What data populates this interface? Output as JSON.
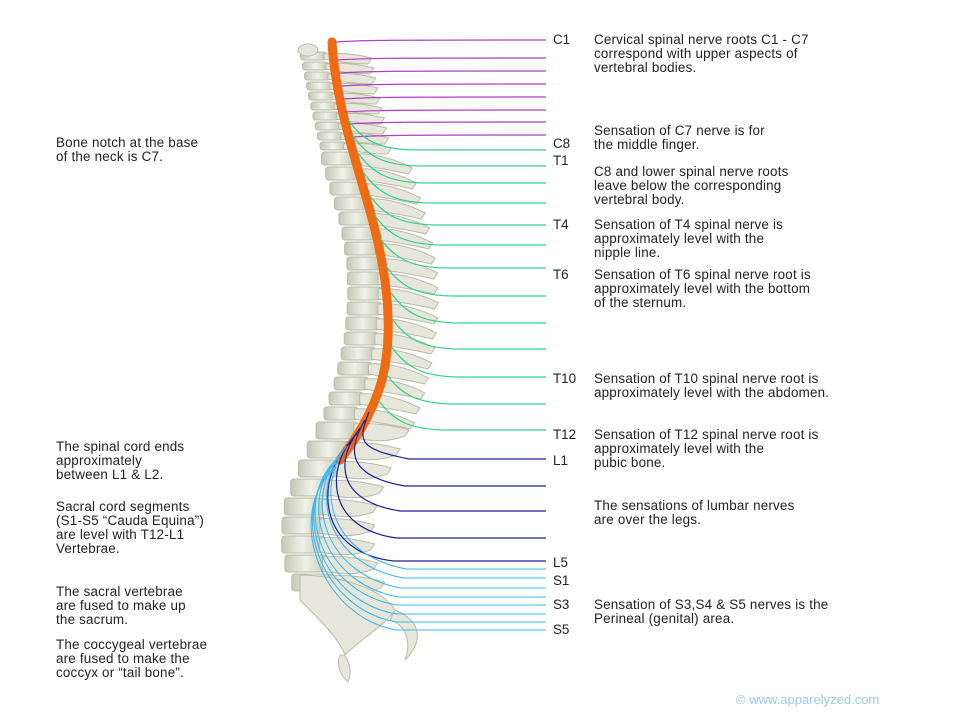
{
  "levels": {
    "c1": "C1",
    "c8": "C8",
    "t1": "T1",
    "t4": "T4",
    "t6": "T6",
    "t10": "T10",
    "t12": "T12",
    "l1": "L1",
    "l5": "L5",
    "s1": "S1",
    "s3": "S3",
    "s5": "S5"
  },
  "right_notes": {
    "cervical": "Cervical spinal nerve roots C1 - C7\ncorrespond with upper aspects of\nvertebral bodies.",
    "c7": "Sensation of C7 nerve is for\nthe middle finger.",
    "c8_lower": "C8 and lower spinal nerve roots\nleave below the corresponding\nvertebral body.",
    "t4": "Sensation of T4 spinal nerve is\napproximately level with the\nnipple line.",
    "t6": "Sensation of T6 spinal nerve root is\napproximately level with the bottom\nof the sternum.",
    "t10": "Sensation of T10 spinal nerve root is\napproximately level with the abdomen.",
    "t12": "Sensation of T12 spinal nerve root is\napproximately level with the\npubic bone.",
    "lumbar": "The sensations of lumbar nerves\nare over the legs.",
    "sacral": "Sensation of S3,S4 & S5 nerves is the\nPerineal (genital) area."
  },
  "left_notes": {
    "c7_notch": "Bone notch at the base\nof the neck is C7.",
    "cord_end": "The spinal cord ends\napproximately\nbetween L1 & L2.",
    "cauda": "Sacral cord segments\n(S1-S5 “Cauda Equina”)\nare level with T12-L1\nVertebrae.",
    "sacrum": "The sacral vertebrae\nare fused to make up\nthe sacrum.",
    "coccyx": "The coccygeal vertebrae\nare fused to make the\ncoccyx or “tail bone”."
  },
  "watermark": "© www.apparelyzed.com",
  "colors": {
    "cervical_nerve": "#b43cc8",
    "thoracic_nerve": "#2fd38a",
    "lumbar_nerve": "#1c1f9a",
    "sacral_nerve": "#3fb8ee",
    "spinal_cord": "#f06a14",
    "bone": "#e6e7da",
    "bone_shade": "#b9bca9"
  }
}
